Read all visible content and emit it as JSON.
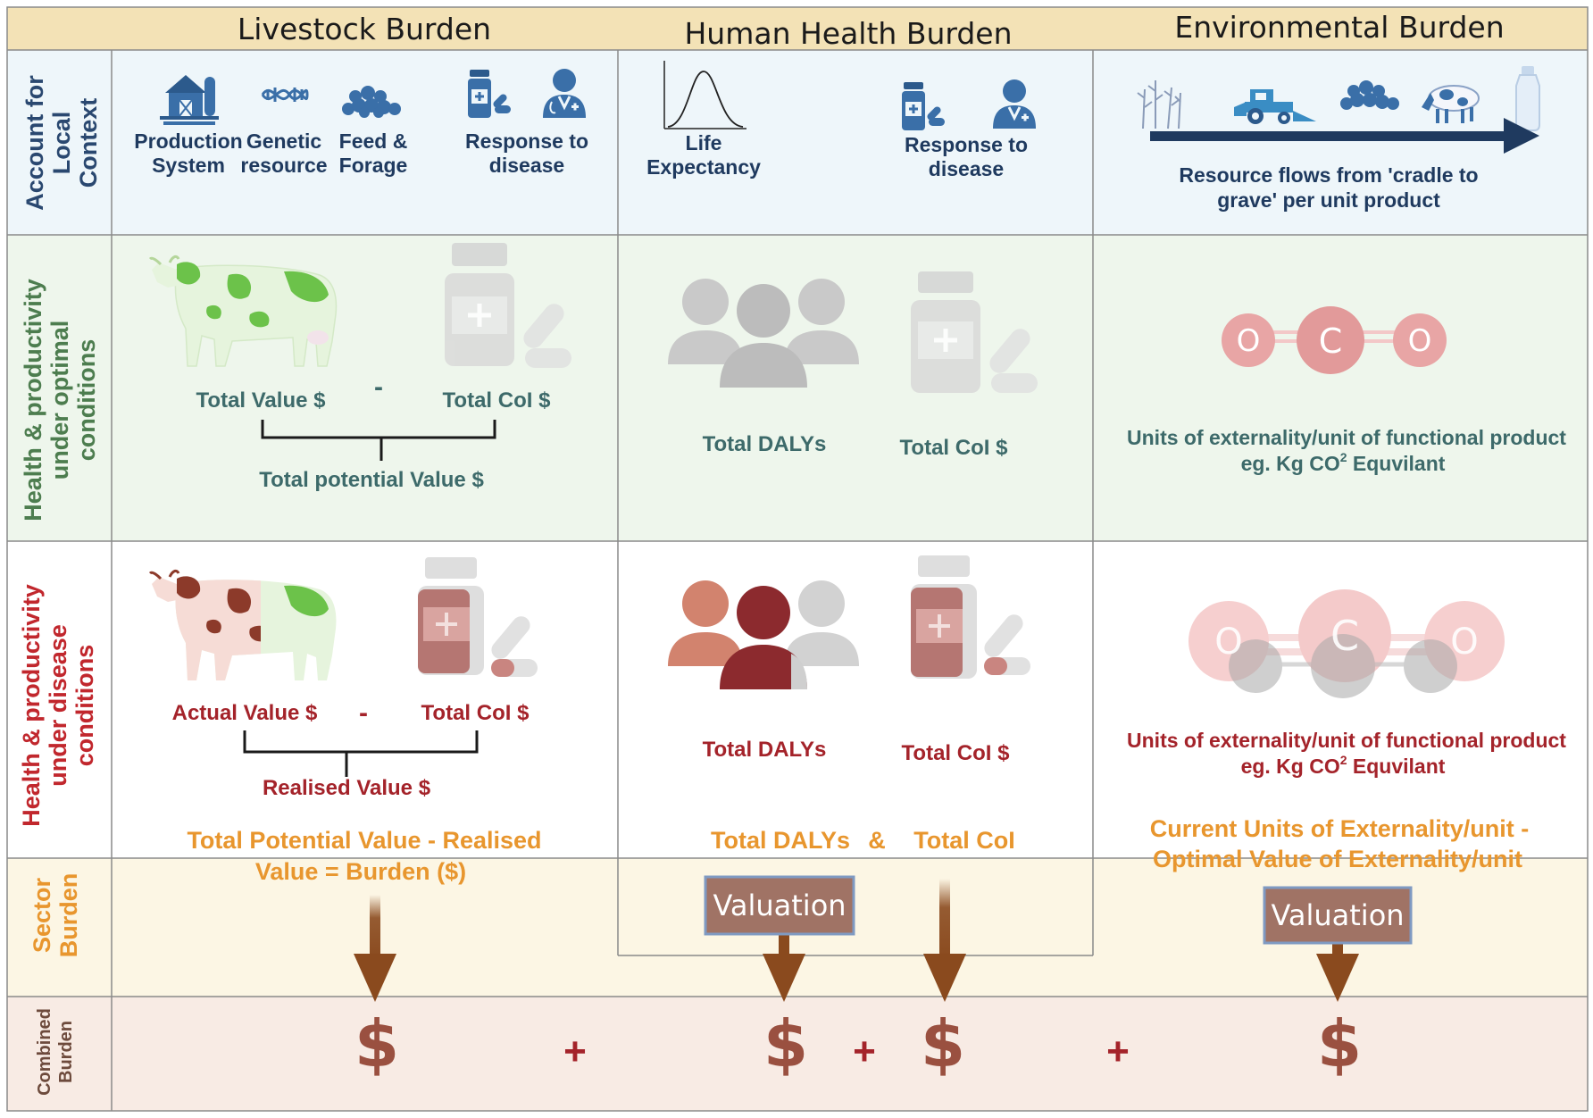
{
  "columns": {
    "livestock": "Livestock Burden",
    "human": "Human Health Burden",
    "environment": "Environmental Burden"
  },
  "rows": {
    "local_context": [
      "Account for",
      "Local",
      "Context"
    ],
    "optimal": [
      "Health & productivity",
      "under  optimal",
      "conditions"
    ],
    "disease": [
      "Health & productivity",
      "under disease",
      "conditions"
    ],
    "sector": [
      "Sector",
      "Burden"
    ],
    "combined": [
      "Combined",
      "Burden"
    ]
  },
  "context": {
    "livestock": {
      "production": [
        "Production",
        "System"
      ],
      "genetic": [
        "Genetic",
        "resource"
      ],
      "feed": [
        "Feed &",
        "Forage"
      ],
      "response": [
        "Response to",
        "disease"
      ]
    },
    "human": {
      "life": [
        "Life",
        "Expectancy"
      ],
      "response": [
        "Response to",
        "disease"
      ]
    },
    "environment": {
      "flows": [
        "Resource flows from 'cradle to",
        "grave' per unit product"
      ]
    }
  },
  "optimal": {
    "livestock": {
      "total_value": "Total Value $",
      "minus": "-",
      "total_col": "Total CoI $",
      "potential": "Total potential Value $"
    },
    "human": {
      "dalys": "Total DALYs",
      "col": "Total CoI $"
    },
    "environment": {
      "molecule": [
        "O",
        "C",
        "O"
      ],
      "line1": "Units of externality/unit of functional product",
      "line2_pre": "eg. Kg CO",
      "line2_sup": "2",
      "line2_post": " Equvilant"
    }
  },
  "disease": {
    "livestock": {
      "actual": "Actual  Value $",
      "minus": "-",
      "total_col": "Total CoI $",
      "realised": "Realised Value $"
    },
    "human": {
      "dalys": "Total DALYs",
      "col": "Total CoI $"
    },
    "environment": {
      "line1": "Units of externality/unit of functional product",
      "line2_pre": "eg. Kg CO",
      "line2_sup": "2",
      "line2_post": " Equvilant"
    }
  },
  "sector": {
    "livestock": [
      "Total Potential Value - Realised",
      "Value = Burden ($)"
    ],
    "human_dalys": "Total DALYs",
    "human_amp": "&",
    "human_col": "Total CoI",
    "environment": [
      "Current Units of Externality/unit -",
      "Optimal Value of Externality/unit"
    ],
    "valuation": "Valuation"
  },
  "combined": {
    "dollar": "$",
    "plus": "+"
  },
  "colors": {
    "header_bg": "#f3e2b6",
    "context_bg": "#eef6fa",
    "optimal_bg": "#eef6ec",
    "sector_bg": "#fcf6e4",
    "combined_bg": "#f8ebe4",
    "arrow": "#8a4a1e",
    "valuation_box": "#a07365",
    "valuation_border": "#7f9ac2"
  }
}
